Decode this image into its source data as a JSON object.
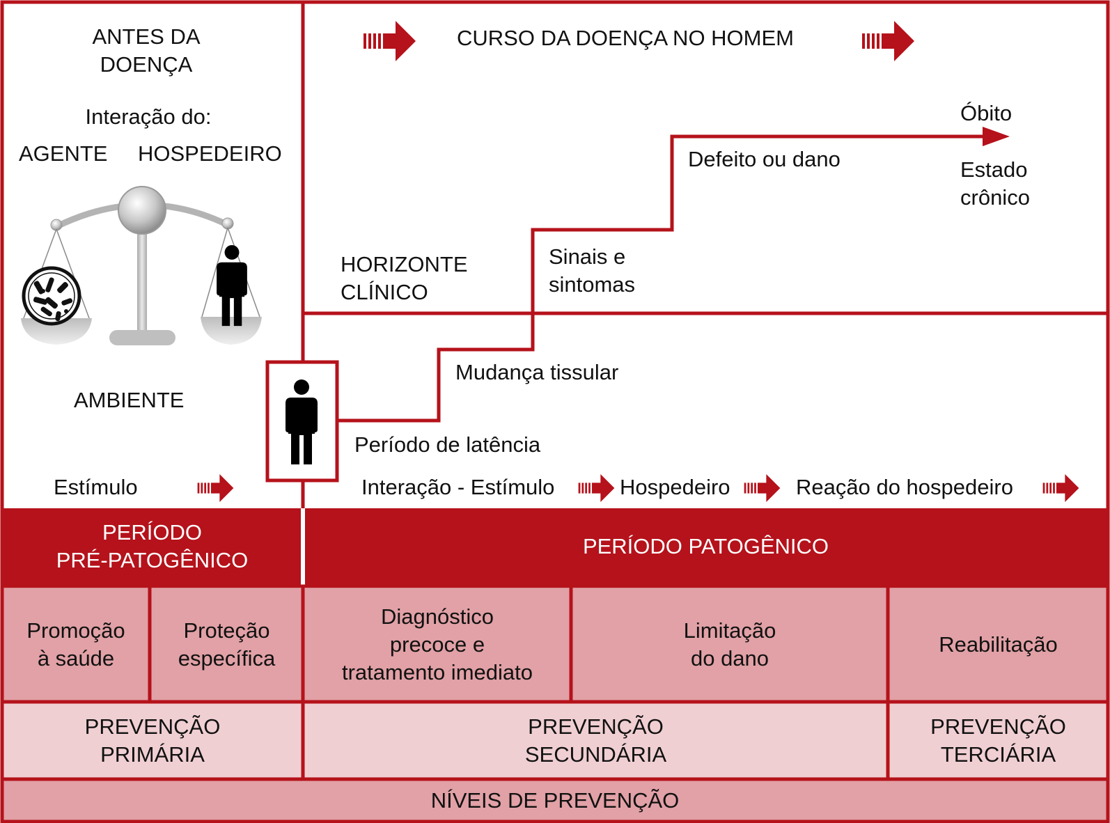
{
  "colors": {
    "red": "#b5121b",
    "light": "#e1a1a6",
    "lighter": "#f0cfd2"
  },
  "left": {
    "title_line1": "ANTES  DA",
    "title_line2": "DOENÇA",
    "interaction_label": "Interação do:",
    "agent_label": "AGENTE",
    "host_label": "HOSPEDEIRO",
    "environment_label": "AMBIENTE",
    "stimulus_label": "Estímulo",
    "scale_icon": "balance-scale-icon",
    "microbe_icon": "microbe-icon",
    "person_icon": "person-icon"
  },
  "course": {
    "title": "CURSO DA DOENÇA NO HOMEM",
    "death": "Óbito",
    "chronic_line1": "Estado",
    "chronic_line2": "crônico",
    "defect": "Defeito ou dano",
    "signs_line1": "Sinais e",
    "signs_line2": "sintomas",
    "horizon_line1": "HORIZONTE",
    "horizon_line2": "CLÍNICO",
    "tissue_change": "Mudança tissular",
    "latency": "Período de latência",
    "interaction_stimulus": "Interação - Estímulo",
    "host": "Hospedeiro",
    "host_reaction": "Reação do hospedeiro"
  },
  "periods": {
    "pre_line1": "PERÍODO",
    "pre_line2": "PRÉ-PATOGÊNICO",
    "patho": "PERÍODO PATOGÊNICO"
  },
  "actions": {
    "promo_line1": "Promoção",
    "promo_line2": "à saúde",
    "protection_line1": "Proteção",
    "protection_line2": "específica",
    "diag_line1": "Diagnóstico",
    "diag_line2": "precoce e",
    "diag_line3": "tratamento imediato",
    "limit_line1": "Limitação",
    "limit_line2": "do dano",
    "rehab": "Reabilitação"
  },
  "prevention": {
    "primary_line1": "PREVENÇÃO",
    "primary_line2": "PRIMÁRIA",
    "secondary_line1": "PREVENÇÃO",
    "secondary_line2": "SECUNDÁRIA",
    "tertiary_line1": "PREVENÇÃO",
    "tertiary_line2": "TERCIÁRIA",
    "levels": "NÍVEIS DE PREVENÇÃO"
  }
}
